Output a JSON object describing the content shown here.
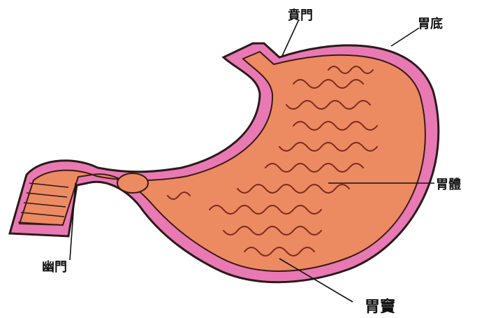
{
  "labels": {
    "cardia": "賁門",
    "fundus": "胃底",
    "body": "胃體",
    "pylorus": "幽門",
    "antrum": "胃竇"
  },
  "colors": {
    "wall": "#e879b3",
    "wall_outline": "#2a1a1a",
    "tissue": "#ec8a62",
    "folds": "#7a2a1e",
    "pointer_line": "#111111"
  }
}
